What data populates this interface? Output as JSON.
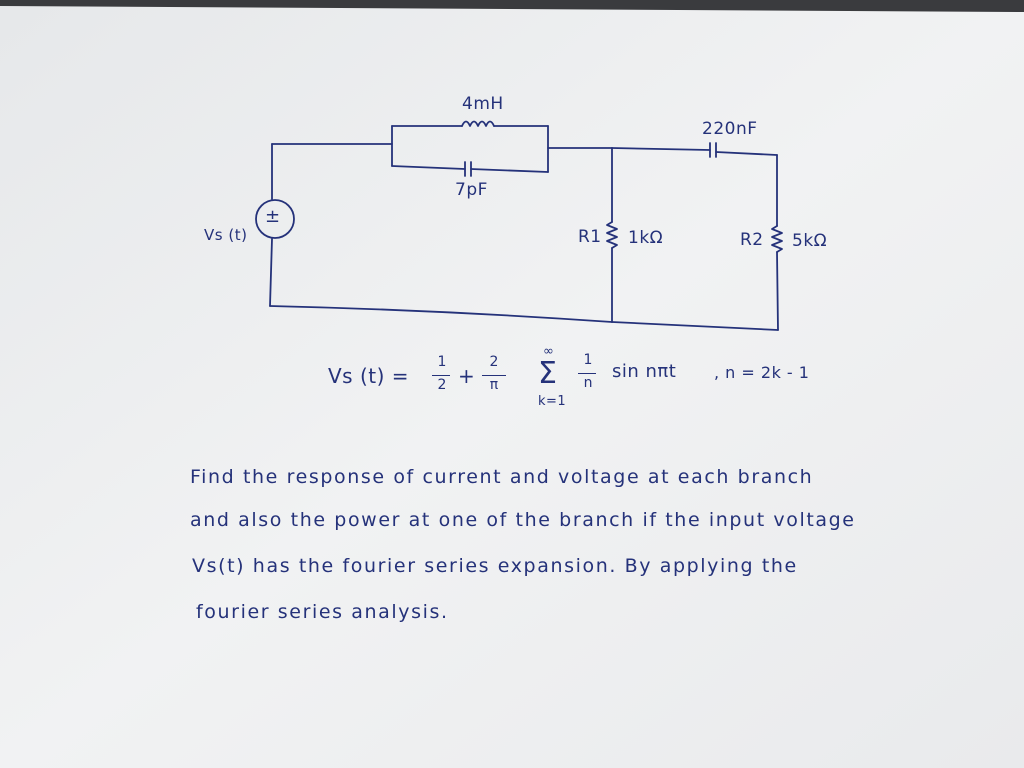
{
  "circuit": {
    "inductor_label": "4mH",
    "capacitor_parallel_label": "7pF",
    "capacitor_series_label": "220nF",
    "source_label": "Vs (t)",
    "source_symbol": "±",
    "r1_label": "R1",
    "r1_value": "1kΩ",
    "r2_label": "R2",
    "r2_value": "5kΩ"
  },
  "equation": {
    "lhs": "Vs (t) =",
    "frac1_num": "1",
    "frac1_den": "2",
    "plus": "+",
    "frac2_num": "2",
    "frac2_den": "π",
    "sigma": "Σ",
    "sum_upper": "∞",
    "sum_lower": "k=1",
    "frac3_num": "1",
    "frac3_den": "n",
    "term": "sin nπt",
    "condition": ",  n = 2k - 1"
  },
  "problem_text": [
    "Find the response of current and voltage at each branch",
    "and also the power at one of the branch if the input voltage",
    "Vs(t) has the fourier series expansion. By applying the",
    "fourier series analysis."
  ],
  "colors": {
    "ink": "#25327a",
    "paper": "#eff0f1",
    "background": "#3a3b3e"
  }
}
